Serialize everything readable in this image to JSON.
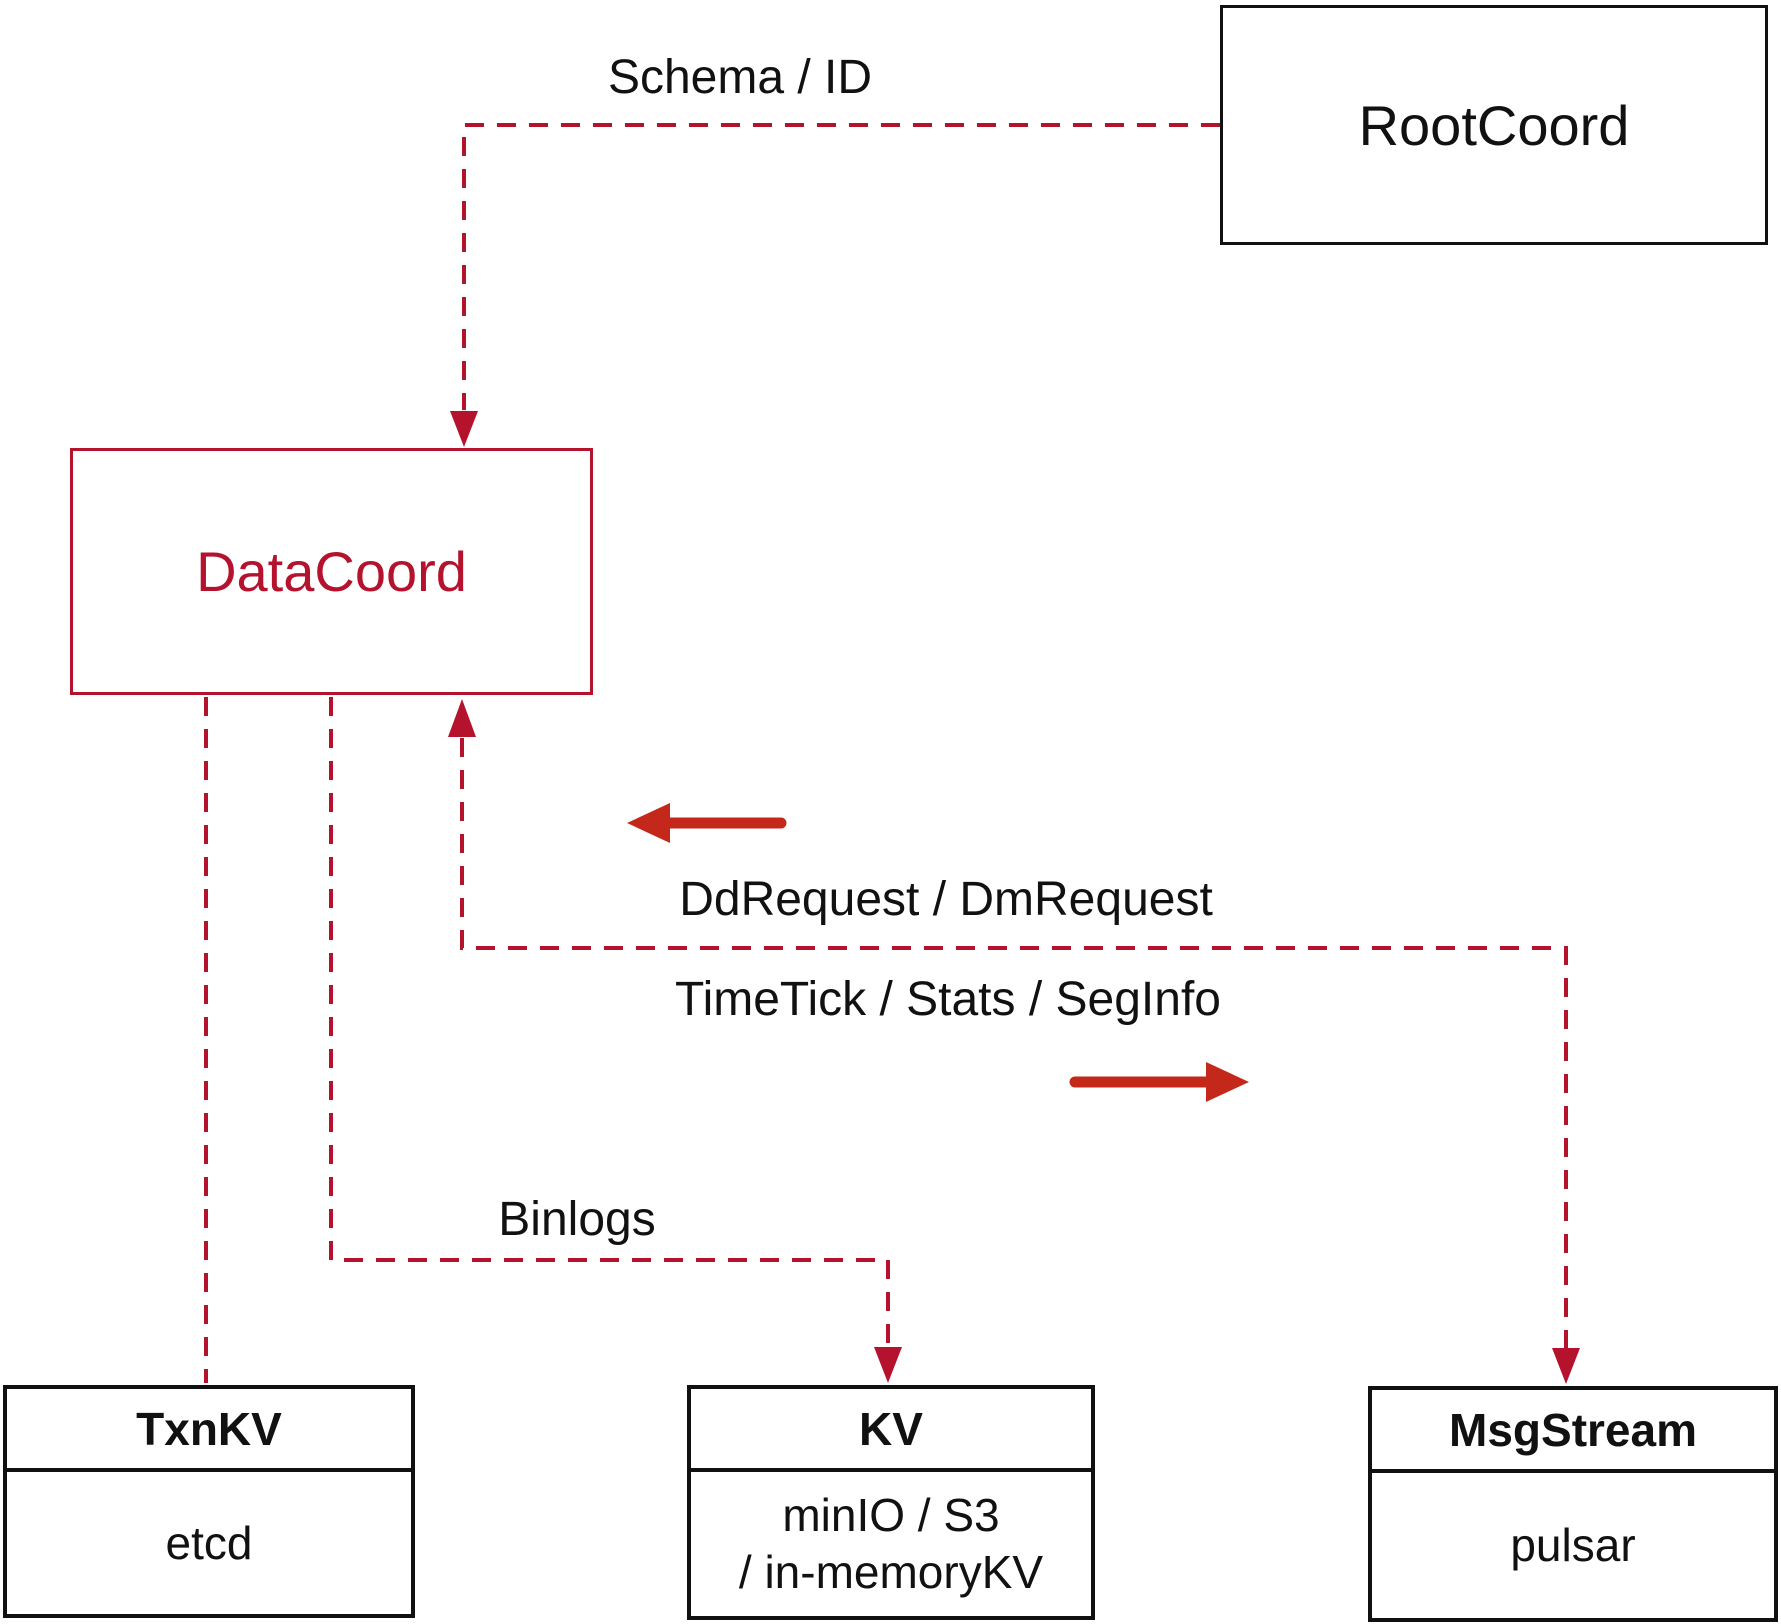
{
  "colors": {
    "connector_red": "#b5122e",
    "solid_arrow_red": "#c4281a",
    "box_black": "#111111",
    "background": "#ffffff"
  },
  "nodes": {
    "rootcoord": {
      "label": "RootCoord"
    },
    "datacoord": {
      "label": "DataCoord"
    },
    "txnkv": {
      "title": "TxnKV",
      "body": "etcd"
    },
    "kv": {
      "title": "KV",
      "body": [
        "minIO / S3",
        "/ in-memoryKV"
      ]
    },
    "msgstream": {
      "title": "MsgStream",
      "body": "pulsar"
    }
  },
  "edge_labels": {
    "schema_id": "Schema / ID",
    "dd_dm_request": "DdRequest / DmRequest",
    "timetick_stats_seginfo": "TimeTick / Stats / SegInfo",
    "binlogs": "Binlogs"
  }
}
